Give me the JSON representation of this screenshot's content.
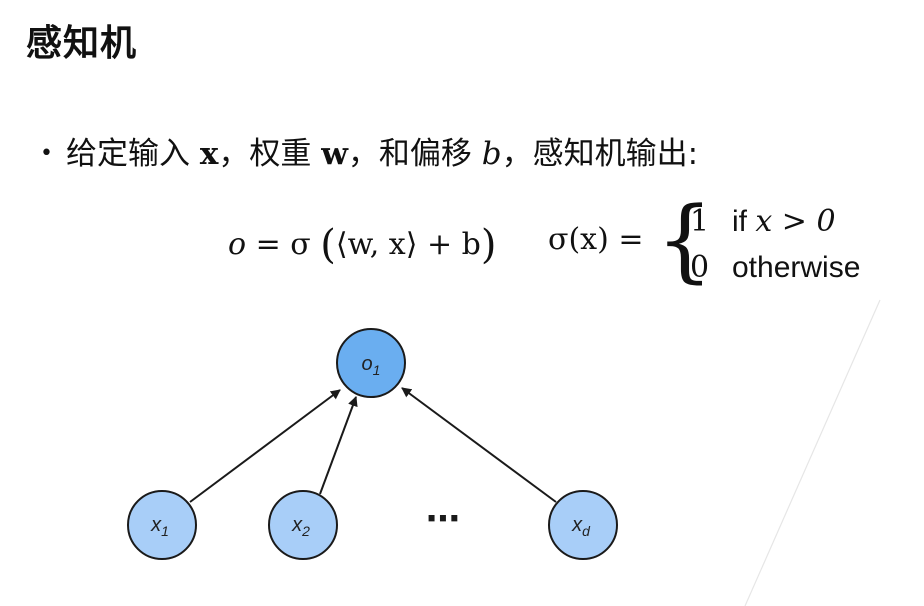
{
  "slide": {
    "title": "感知机",
    "bullet": {
      "dot": "•",
      "text_1": "给定输入 ",
      "var_x": "x",
      "text_2": "，权重 ",
      "var_w": "w",
      "text_3": "，和偏移 ",
      "var_b": "b",
      "text_4": "，感知机输出:"
    },
    "formula_output": {
      "lhs": "o",
      "eq": " = σ ",
      "open": "(",
      "inner": "⟨w, x⟩ + b",
      "close": ")"
    },
    "formula_sigma": {
      "lhs": "σ(x) =",
      "brace": "{",
      "case1_value": "1",
      "case1_cond_word": "if ",
      "case1_cond_math": "x > 0",
      "case2_value": "0",
      "case2_cond_word": "otherwise"
    }
  },
  "diagram": {
    "colors": {
      "output_fill": "#6aaef0",
      "input_fill": "#a8cef8",
      "stroke": "#1a1a1a"
    },
    "output_node": {
      "label": "o",
      "sub": "1"
    },
    "input_nodes": [
      {
        "label": "x",
        "sub": "1"
      },
      {
        "label": "x",
        "sub": "2"
      },
      {
        "label": "x",
        "sub": "d"
      }
    ],
    "ellipsis": "⋯"
  }
}
